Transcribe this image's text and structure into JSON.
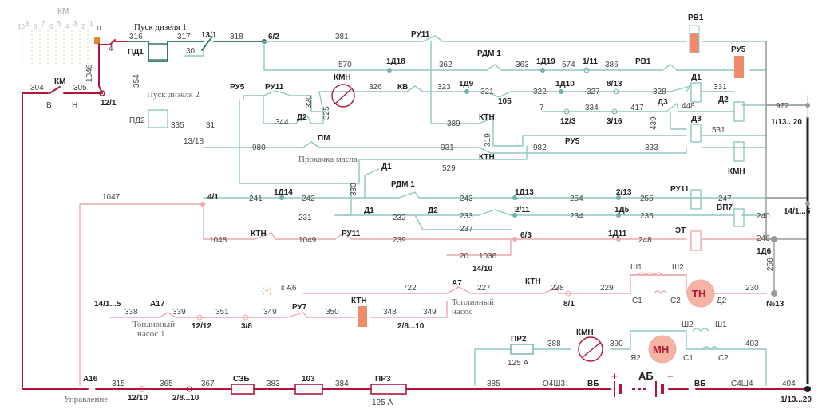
{
  "colors": {
    "teal": "#8ec9c2",
    "dark_teal": "#21705f",
    "pink": "#eea9a9",
    "red": "#b2163b",
    "relay_orange": "#ef8a6a",
    "black": "#1e1e1e"
  },
  "km_switch": {
    "title": "КМ",
    "ticks": [
      "10",
      "9",
      "8",
      "7",
      "6",
      "5",
      "4",
      "3",
      "2",
      "1",
      "0"
    ],
    "label": "КМ",
    "pos_left": "В",
    "pos_right": "Н"
  },
  "texts": {
    "pusk_dizelya_1": "Пуск дизеля 1",
    "pusk_dizelya_2": "Пуск дизеля 2",
    "prokachka": "Прокачка масла",
    "toplivny_nasos_1_a": "Топливный",
    "toplivny_nasos_1_b": "насос 1",
    "toplivny_nasos_a": "Топливный",
    "toplivny_nasos_b": "насос",
    "upravlenie": "Управление",
    "k_a6": "к А6",
    "plus_sign": "(+)",
    "ab": "АБ",
    "plus": "+",
    "minus": "−"
  },
  "wires": {
    "w4": "4",
    "w316": "316",
    "w317": "317",
    "w131": "13/1",
    "w318": "318",
    "w62": "6/2",
    "w381": "381",
    "w30": "30",
    "w1046": "1046",
    "w304": "304",
    "w305": "305",
    "w121": "12/1",
    "w354": "354",
    "w335": "335",
    "w31": "31",
    "w1318": "13/18",
    "w570": "570",
    "w362": "362",
    "w363": "363",
    "w574": "574",
    "w386": "386",
    "w320": "320",
    "w325": "325",
    "w326": "326",
    "w323": "323",
    "w321": "321",
    "w322": "322",
    "w327": "327",
    "w328": "328",
    "w331": "331",
    "w344": "344",
    "w7": "7",
    "w334": "334",
    "w417": "417",
    "w448": "448",
    "w972": "972",
    "w389": "389",
    "w319": "319",
    "w439": "439",
    "w531": "531",
    "w980": "980",
    "w931": "931",
    "w982": "982",
    "w333": "333",
    "w529": "529",
    "w330": "330",
    "w1047": "1047",
    "w241": "241",
    "w242": "242",
    "w243": "243",
    "w254": "254",
    "w255": "255",
    "w247": "247",
    "w231": "231",
    "w232": "232",
    "w233": "233",
    "w234": "234",
    "w235": "235",
    "w240": "240",
    "w237": "237",
    "w1048": "1048",
    "w1049": "1049",
    "w239": "239",
    "w248": "248",
    "w246": "246",
    "w20": "20",
    "w1036": "1036",
    "w256": "256",
    "w722": "722",
    "w227": "227",
    "w228": "228",
    "w229": "229",
    "w230": "230",
    "w338": "338",
    "w339": "339",
    "w351": "351",
    "w349": "349",
    "w350": "350",
    "w348": "348",
    "w349b": "349",
    "w388": "388",
    "w390": "390",
    "w403": "403",
    "w315": "315",
    "w365": "365",
    "w367": "367",
    "w383": "383",
    "w384": "384",
    "w385": "385",
    "w404": "404"
  },
  "nodes": {
    "n41": "4/1",
    "n63": "6/3",
    "n1410": "14/10",
    "n81": "8/1",
    "n1212": "12/12",
    "n38": "3/8",
    "n2810": "2/8...10",
    "n1210": "12/10",
    "n2810b": "2/8...10",
    "n123": "12/3",
    "n316": "3/16",
    "n105": "105",
    "n1d18": "1Д18",
    "n1d19": "1Д19",
    "n111": "1/11",
    "n1d9": "1Д9",
    "n1d10": "1Д10",
    "n813": "8/13",
    "n1d14": "1Д14",
    "n1d13": "1Д13",
    "n213": "2/13",
    "n211": "2/11",
    "n1d5": "1Д5",
    "n1d11": "1Д11",
    "n1d6": "1Д6",
    "n1131": "1/13...20",
    "n1415": "14/1...5",
    "n13": "№13",
    "n1415b": "14/1...5",
    "n1132": "1/13...20",
    "o4sh3": "О4Ш3",
    "c4sh4": "С4Ш4"
  },
  "devices": {
    "pd1": "ПД1",
    "pd2": "ПД2",
    "ru11a": "РУ11",
    "rdm1a": "РДМ 1",
    "rv1a": "РВ1",
    "rv1b": "РВ1",
    "ru5a": "РУ5",
    "ru5b": "РУ5",
    "ru5c": "РУ5",
    "ru11b": "РУ11",
    "d2a": "Д2",
    "kmn": "КМН",
    "kv": "КВ",
    "d1a": "Д1",
    "d2b": "Д2",
    "d3a": "Д3",
    "d3b": "Д3",
    "ktn1": "КТН",
    "ktn2": "КТН",
    "kmn2": "КМН",
    "pm": "ПМ",
    "d1b": "Д1",
    "rdm1b": "РДМ 1",
    "ru11c": "РУ11",
    "d1c": "Д1",
    "d2c": "Д2",
    "vp7": "ВП7",
    "ktn3": "КТН",
    "ru11d": "РУ11",
    "et": "ЭТ",
    "a7": "А7",
    "ktn4": "КТН",
    "sh1a": "Ш1",
    "sh2a": "Ш2",
    "c1a": "С1",
    "c2a": "С2",
    "tn": "ТН",
    "d2tn": "Д2",
    "a17": "А17",
    "ru7": "РУ7",
    "ktn5": "КТН",
    "pr2": "ПР2",
    "pr2amp": "125 А",
    "kmn3": "КМН",
    "mn": "МН",
    "ya2": "Я2",
    "sh2b": "Ш2",
    "sh1b": "Ш1",
    "c1b": "С1",
    "c2b": "С2",
    "a16": "А16",
    "c3b": "СЗБ",
    "f103": "103",
    "pr3": "ПР3",
    "pr3amp": "125 А",
    "vb1": "ВБ",
    "vb2": "ВБ"
  }
}
